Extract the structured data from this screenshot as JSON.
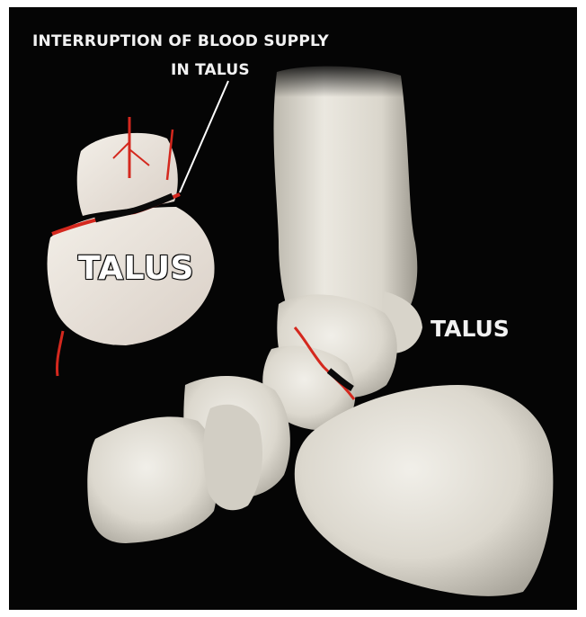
{
  "labels": {
    "callout_line1": "INTERRUPTION OF BLOOD SUPPLY",
    "callout_line2": "IN TALUS",
    "talus_inset": "TALUS",
    "talus_right": "TALUS"
  },
  "colors": {
    "background": "#050505",
    "bone": "#e3e0d8",
    "vessel": "#d4281e",
    "label_text": "#f2f2f2"
  }
}
